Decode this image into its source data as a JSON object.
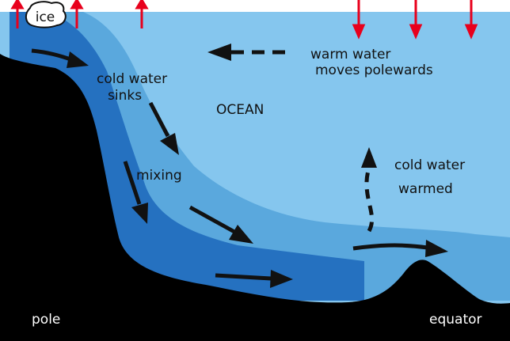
{
  "labels": {
    "ice": "ice",
    "warm_line1": "warm water",
    "warm_line2": "moves polewards",
    "ocean": "OCEAN",
    "cold_sinks_line1": "cold water",
    "cold_sinks_line2": "sinks",
    "mixing": "mixing",
    "cold_warmed_line1": "cold water",
    "cold_warmed_line2": "warmed",
    "pole": "pole",
    "equator": "equator"
  },
  "colors": {
    "sky": "#ffffff",
    "surface_water": "#85c6ee",
    "mid_water": "#5aa8dd",
    "deep_water": "#2571c0",
    "seafloor": "#000000",
    "heat_arrow": "#e8001c",
    "flow_arrow": "#111111"
  }
}
